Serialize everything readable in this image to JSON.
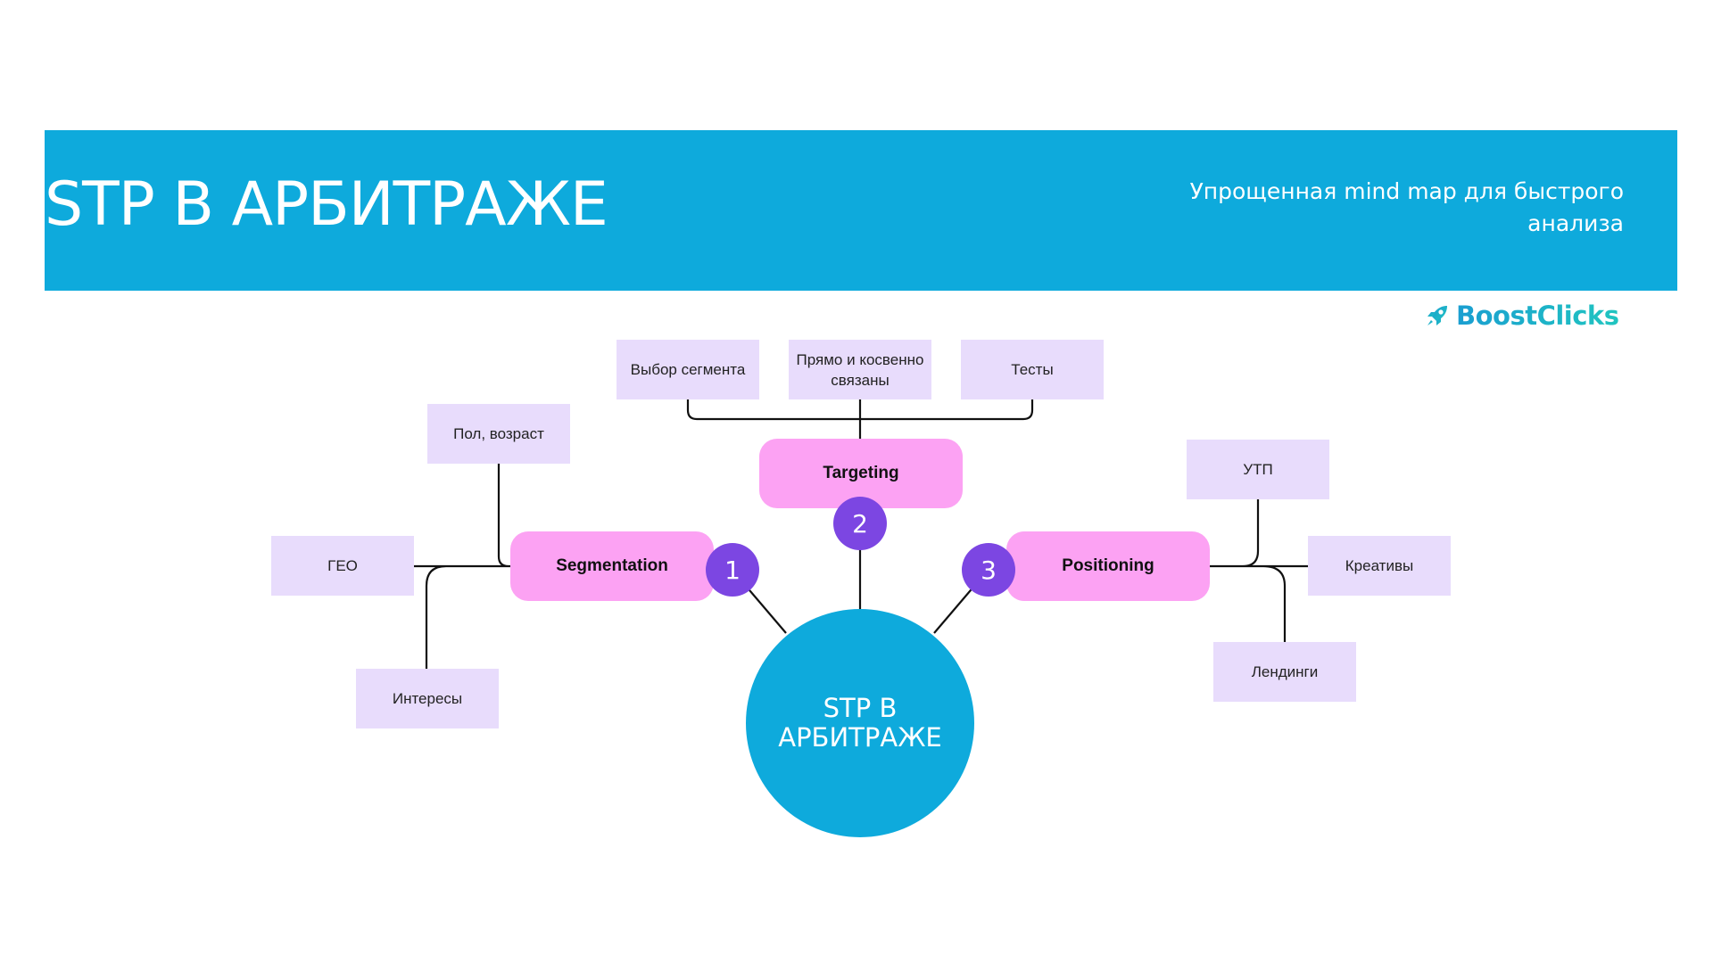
{
  "header": {
    "title": "STP В АРБИТРАЖЕ",
    "subtitle": "Упрощенная mind map для быстрого анализа"
  },
  "logo": {
    "text": "BoostClicks",
    "icon": "rocket-icon",
    "colors": [
      "#1a9ed1",
      "#20c5c0"
    ]
  },
  "center": {
    "label": "STP В АРБИТРАЖЕ"
  },
  "branches": {
    "segmentation": {
      "label": "Segmentation",
      "number": "1",
      "leaves": [
        "Пол, возраст",
        "ГЕО",
        "Интересы"
      ]
    },
    "targeting": {
      "label": "Targeting",
      "number": "2",
      "leaves": [
        "Выбор сегмента",
        "Прямо и косвенно связаны",
        "Тесты"
      ]
    },
    "positioning": {
      "label": "Positioning",
      "number": "3",
      "leaves": [
        "УТП",
        "Креативы",
        "Лендинги"
      ]
    }
  },
  "colors": {
    "banner": "#0eaadc",
    "center": "#0eaadc",
    "branch": "#fca2f3",
    "badge": "#7c46e2",
    "leaf": "#e8dcfc",
    "connector": "#111111"
  }
}
